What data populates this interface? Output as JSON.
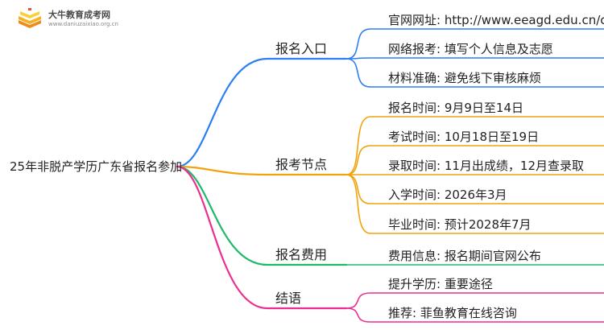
{
  "brand": {
    "name": "大牛教育成考网",
    "url": "www.daniuzaixiao.org.cn"
  },
  "root": {
    "label": "25年非脱产学历广东省报名参加"
  },
  "branches": [
    {
      "label": "报名入口",
      "color": "#2d7ef2",
      "leaves": [
        {
          "label": "官网网址: http://www.eeagd.edu.cn/cr"
        },
        {
          "label": "网络报考: 填写个人信息及志愿"
        },
        {
          "label": "材料准确: 避免线下审核麻烦"
        }
      ]
    },
    {
      "label": "报考节点",
      "color": "#f0a30a",
      "leaves": [
        {
          "label": "报名时间: 9月9日至14日"
        },
        {
          "label": "考试时间: 10月18日至19日"
        },
        {
          "label": "录取时间: 11月出成绩，12月查录取"
        },
        {
          "label": "入学时间: 2026年3月"
        },
        {
          "label": "毕业时间: 预计2028年7月"
        }
      ]
    },
    {
      "label": "报名费用",
      "color": "#1fb86a",
      "leaves": [
        {
          "label": "费用信息: 报名期间官网公布"
        }
      ]
    },
    {
      "label": "结语",
      "color": "#ec2f8f",
      "leaves": [
        {
          "label": "提升学历: 重要途径"
        },
        {
          "label": "推荐: 菲鱼教育在线咨询"
        }
      ]
    }
  ]
}
